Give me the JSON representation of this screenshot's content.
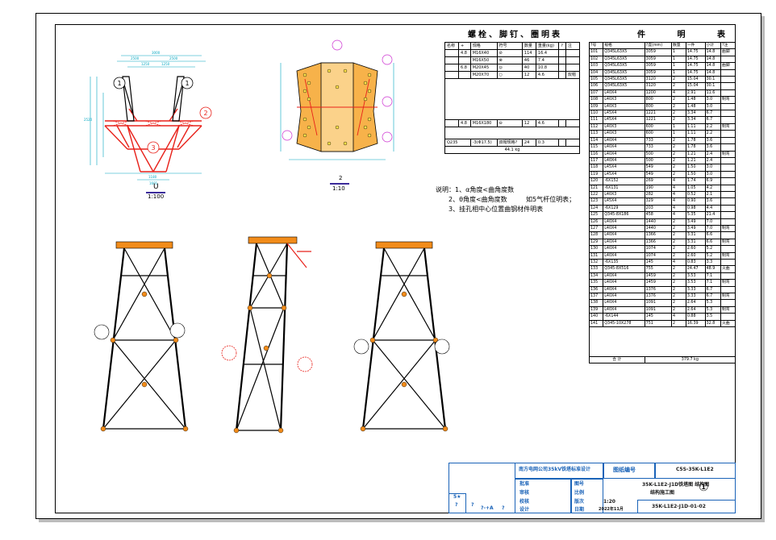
{
  "bolt_table": {
    "title": "螺栓、脚钉、圈明表",
    "headers": [
      "名称",
      "+",
      "规格",
      "符号",
      "数量",
      "重量(kg)",
      "?",
      "注"
    ],
    "grade_rows": [
      "4.8",
      "6.8"
    ],
    "rows": [
      {
        "spec": "M16X40",
        "qty": "114",
        "weight": "16.4"
      },
      {
        "spec": "M16X50",
        "qty": "46",
        "weight": "7.4"
      },
      {
        "spec": "M20X45",
        "qty": "40",
        "weight": "10.8"
      },
      {
        "spec": "M20X70",
        "qty": "12",
        "weight": "4.6",
        "note": "双帽"
      }
    ],
    "foot_nail": {
      "grade": "4.8",
      "spec": "M16X180",
      "qty": "12",
      "weight": "4.6"
    },
    "washer": {
      "grade": "Q235",
      "spec": "-3(Φ17.5)",
      "note": "双帽规格?",
      "qty": "24",
      "weight": "0.3"
    },
    "total": "44.1 kg"
  },
  "parts_table": {
    "title": "件  明  表",
    "headers": [
      "?号",
      "规格",
      "?度(mm)",
      "数量",
      "一件",
      "小计",
      "?注"
    ],
    "rows": [
      [
        "101",
        "Q345L63X5",
        "3059",
        "1",
        "14.75",
        "14.8",
        "曲脚"
      ],
      [
        "102",
        "Q345L63X5",
        "3059",
        "1",
        "14.75",
        "14.8",
        ""
      ],
      [
        "103",
        "Q345L63X5",
        "3059",
        "1",
        "14.75",
        "14.8",
        "曲脚"
      ],
      [
        "104",
        "Q345L63X5",
        "3059",
        "1",
        "14.75",
        "14.8",
        ""
      ],
      [
        "105",
        "Q345L63X5",
        "3120",
        "2",
        "15.04",
        "30.1",
        ""
      ],
      [
        "106",
        "Q345L63X5",
        "3120",
        "2",
        "15.04",
        "30.1",
        ""
      ],
      [
        "107",
        "L40X4",
        "1200",
        "4",
        "2.91",
        "11.6",
        ""
      ],
      [
        "108",
        "L40X3",
        "800",
        "2",
        "1.48",
        "3.0",
        "制弯"
      ],
      [
        "109",
        "L40X3",
        "800",
        "2",
        "1.48",
        "3.0",
        ""
      ],
      [
        "110",
        "L45X4",
        "1221",
        "2",
        "3.34",
        "6.7",
        ""
      ],
      [
        "111",
        "L45X4",
        "1221",
        "2",
        "3.34",
        "6.7",
        ""
      ],
      [
        "112",
        "L40X3",
        "600",
        "1",
        "1.11",
        "2.2",
        "制弯"
      ],
      [
        "113",
        "L40X3",
        "600",
        "1",
        "1.11",
        "2.2",
        ""
      ],
      [
        "114",
        "L40X4",
        "733",
        "2",
        "1.78",
        "3.6",
        ""
      ],
      [
        "115",
        "L40X4",
        "733",
        "2",
        "1.78",
        "3.6",
        ""
      ],
      [
        "116",
        "L40X4",
        "500",
        "2",
        "1.21",
        "2.4",
        "制弯"
      ],
      [
        "117",
        "L40X4",
        "500",
        "2",
        "1.21",
        "2.4",
        ""
      ],
      [
        "118",
        "L45X4",
        "549",
        "2",
        "1.50",
        "3.0",
        ""
      ],
      [
        "119",
        "L45X4",
        "549",
        "2",
        "1.50",
        "3.0",
        ""
      ],
      [
        "120",
        "-6X152",
        "269",
        "4",
        "1.74",
        "6.9",
        ""
      ],
      [
        "121",
        "-6X131",
        "190",
        "4",
        "1.05",
        "4.2",
        ""
      ],
      [
        "122",
        "L40X3",
        "282",
        "4",
        "0.52",
        "2.1",
        ""
      ],
      [
        "123",
        "L45X4",
        "329",
        "4",
        "0.90",
        "3.6",
        ""
      ],
      [
        "124",
        "-6X129",
        "203",
        "4",
        "0.98",
        "4.4",
        ""
      ],
      [
        "125",
        "Q345-8X186",
        "458",
        "4",
        "5.35",
        "21.4",
        ""
      ],
      [
        "126",
        "L40X4",
        "1440",
        "2",
        "3.49",
        "7.0",
        ""
      ],
      [
        "127",
        "L40X4",
        "1440",
        "2",
        "3.49",
        "7.0",
        "制弯"
      ],
      [
        "128",
        "L40X4",
        "1366",
        "2",
        "3.31",
        "6.6",
        ""
      ],
      [
        "129",
        "L40X4",
        "1366",
        "2",
        "3.31",
        "6.6",
        "制弯"
      ],
      [
        "130",
        "L40X4",
        "1074",
        "2",
        "2.60",
        "5.2",
        ""
      ],
      [
        "131",
        "L40X4",
        "1074",
        "2",
        "2.60",
        "5.2",
        "制弯"
      ],
      [
        "132",
        "-6X135",
        "145",
        "4",
        "0.83",
        "3.3",
        ""
      ],
      [
        "133",
        "Q345-8X516",
        "755",
        "2",
        "24.47",
        "48.9",
        "火曲"
      ],
      [
        "134",
        "L40X4",
        "1459",
        "2",
        "3.53",
        "7.1",
        ""
      ],
      [
        "135",
        "L40X4",
        "1459",
        "2",
        "3.53",
        "7.1",
        "制弯"
      ],
      [
        "136",
        "L40X4",
        "1376",
        "2",
        "3.33",
        "6.7",
        ""
      ],
      [
        "137",
        "L40X4",
        "1376",
        "2",
        "3.33",
        "6.7",
        "制弯"
      ],
      [
        "138",
        "L40X4",
        "1091",
        "2",
        "2.64",
        "5.3",
        ""
      ],
      [
        "139",
        "L40X4",
        "1091",
        "2",
        "2.64",
        "5.3",
        "制弯"
      ],
      [
        "140",
        "-6X144",
        "145",
        "4",
        "0.88",
        "3.5",
        ""
      ],
      [
        "141",
        "Q345-10X278",
        "751",
        "2",
        "16.39",
        "32.8",
        "火曲"
      ]
    ],
    "total_label": "合  计",
    "total_value": "379.7 kg"
  },
  "notes": [
    "说明：1、α角度<曲角度数",
    "2、θ角度<曲角度数",
    "3、挂孔相中心位置曲钢材件明表"
  ],
  "notes_right": "如5气杆位明表；",
  "views": {
    "top_view_label": "U",
    "top_view_scale": "1:100",
    "plan_view_label": "2",
    "plan_view_scale": "1:10"
  },
  "title_block": {
    "company": "南方电网公司35kV铁塔标准设计",
    "drawing_no_label": "图纸编号",
    "drawing_no": "C5S-35K-L1E2",
    "drawing_name": "35K-L1E2-J1D铁塔图 结构图",
    "drawing_name_line2": "结构施工图",
    "sheet_mark": "①",
    "scale": "1:20",
    "date": "2022年11月",
    "sheet_code": "35K-L1E2-J1D-01-02",
    "rows_left": [
      "批准",
      "审核",
      "校核",
      "设计"
    ],
    "rows_mid": [
      "图号",
      "比例",
      "版次",
      "日期"
    ],
    "rev_col": [
      "5★",
      "?",
      "?",
      "?"
    ],
    "small_cells": [
      "?",
      "?-+A",
      "?"
    ]
  },
  "colors": {
    "member_red": "#e8221b",
    "dim_cyan": "#00a6c0",
    "plate_orange": "#f28c1a",
    "bubble_magenta": "#cc2fd0",
    "tb_blue": "#1a63b8",
    "hole_yellow": "#ffe24a"
  }
}
